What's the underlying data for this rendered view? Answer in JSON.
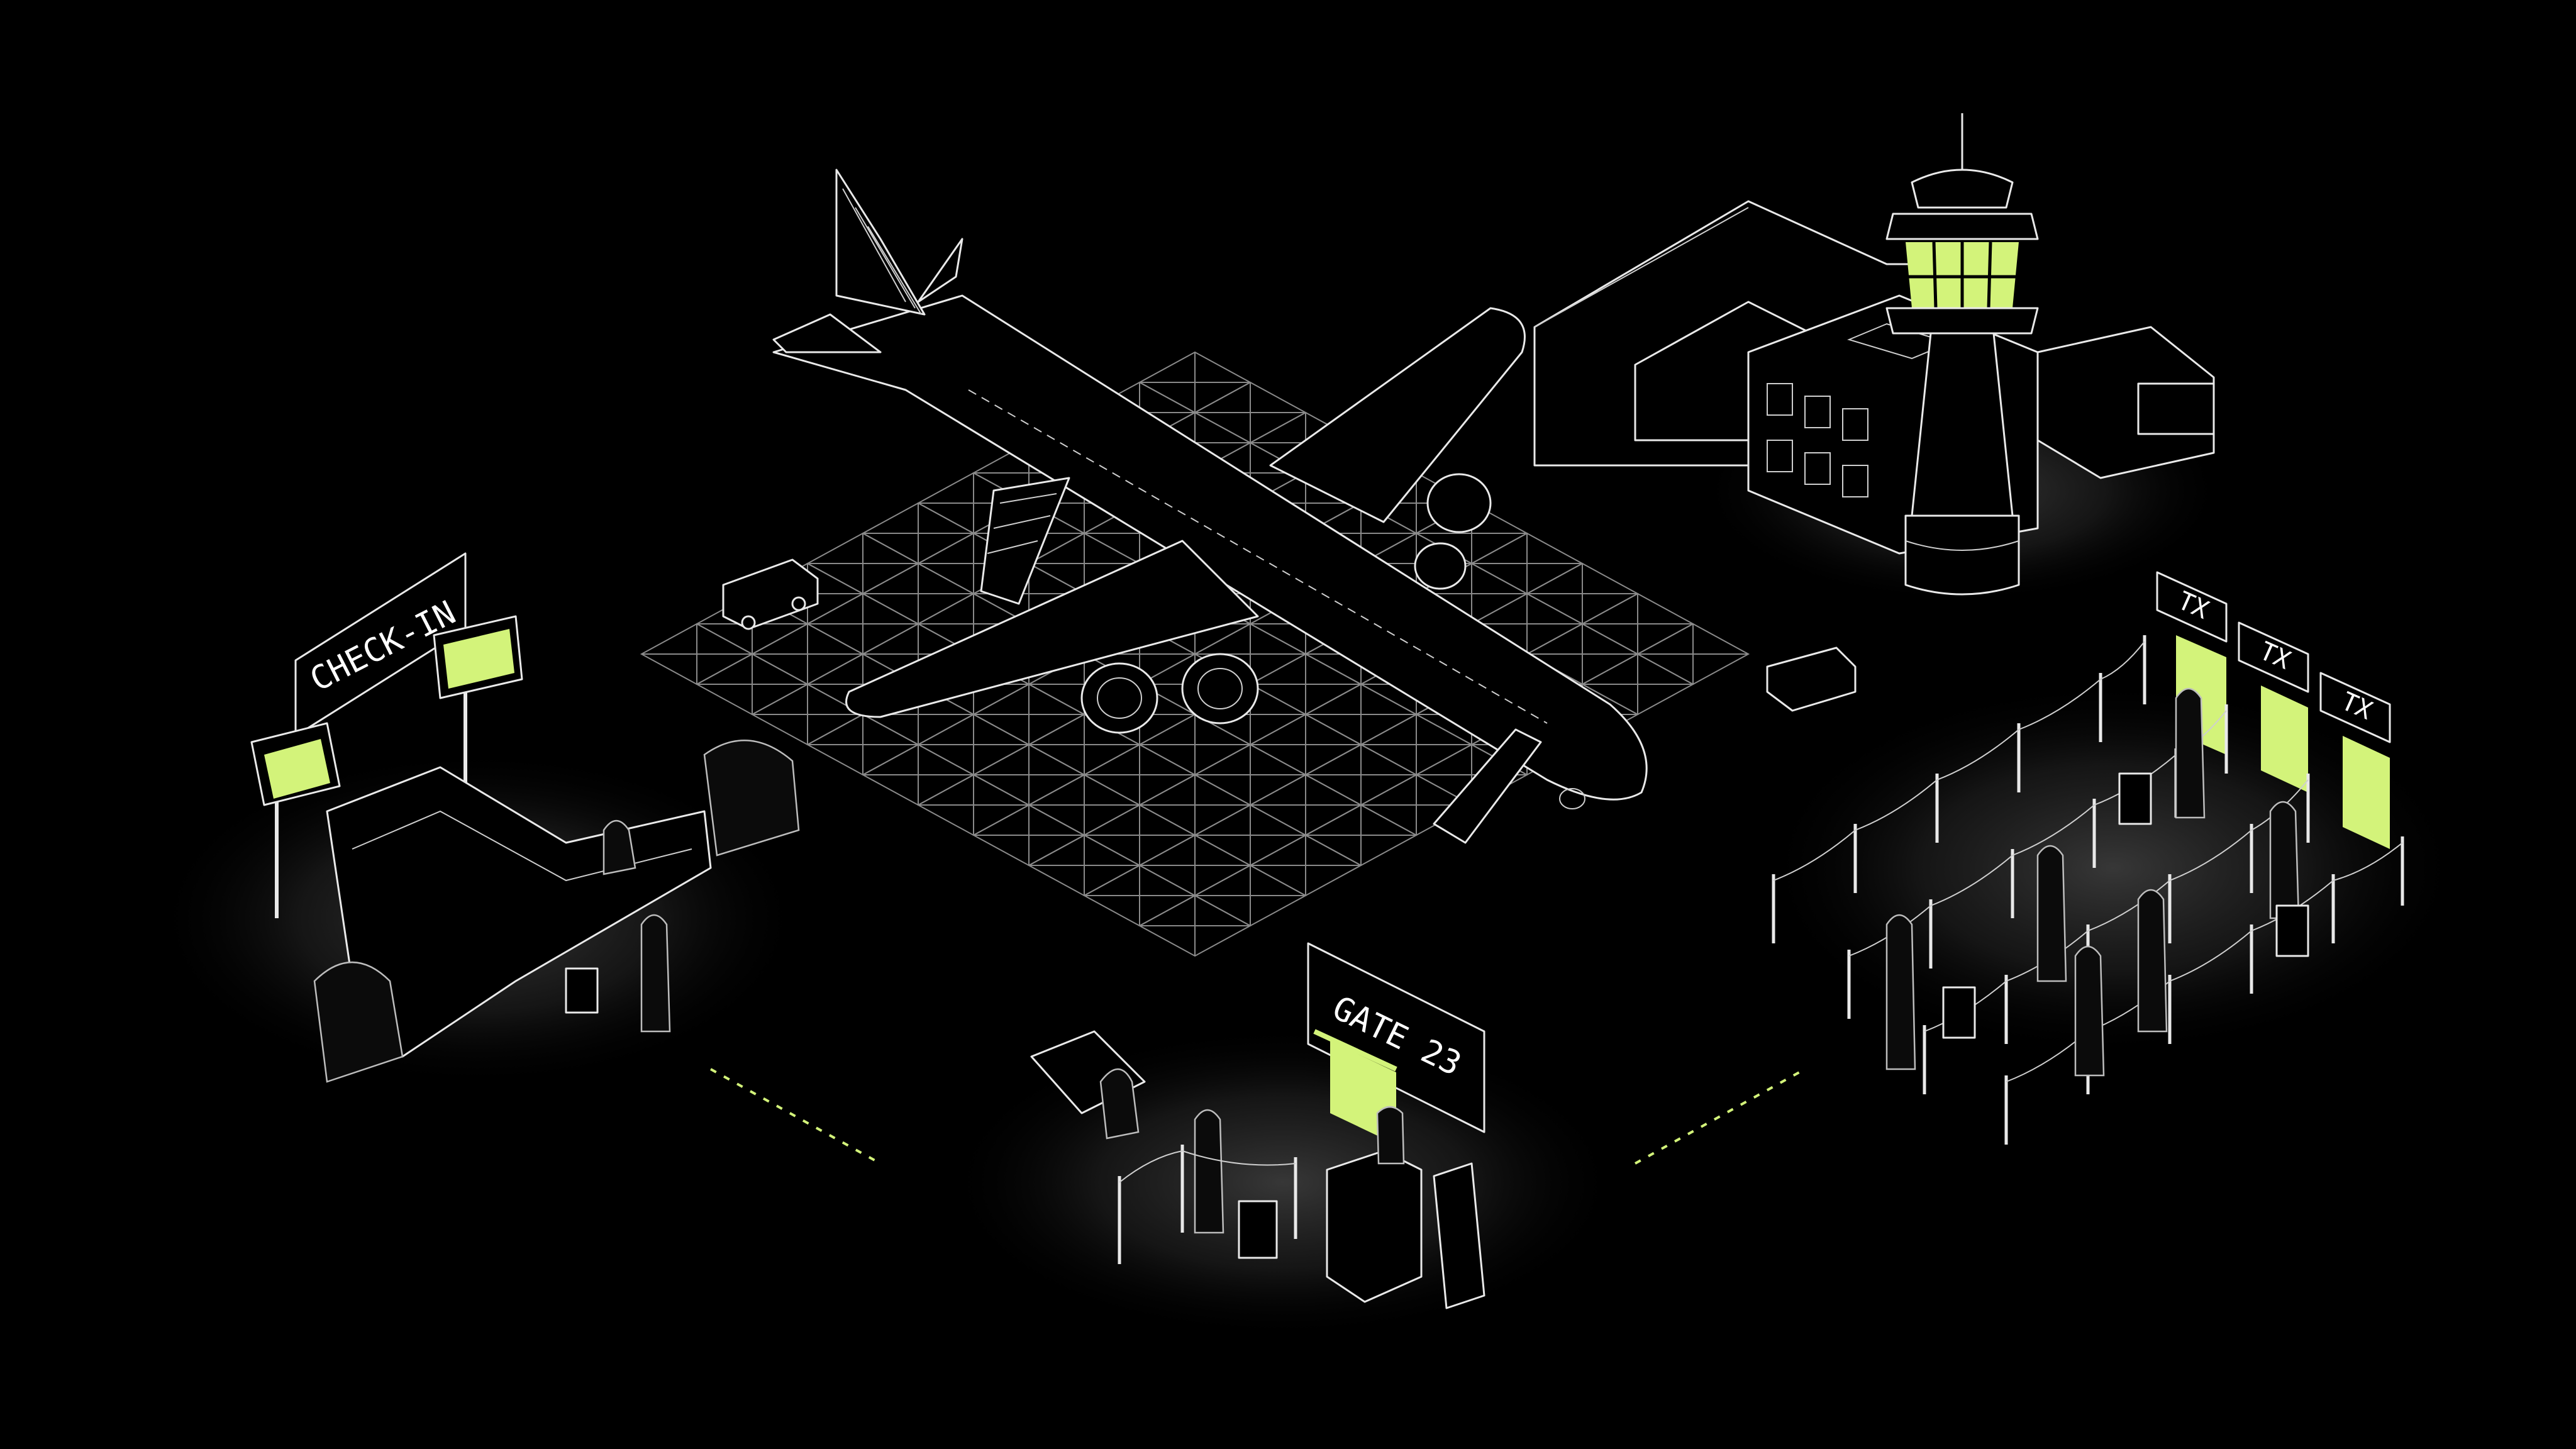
{
  "signs": {
    "checkin": "CHECK-IN",
    "gate": "GATE 23",
    "tx_1": "TX",
    "tx_2": "TX",
    "tx_3": "TX"
  },
  "colors": {
    "background": "#000000",
    "outline": "#e9e9e9",
    "accent": "#d3f37a"
  },
  "icons": [
    "airplane-icon",
    "control-tower-icon",
    "terminal-building-icon",
    "brand-logo-icon",
    "person-icon",
    "luggage-icon",
    "plant-icon",
    "stanchion-icon",
    "kiosk-icon",
    "bench-icon",
    "truck-icon"
  ]
}
